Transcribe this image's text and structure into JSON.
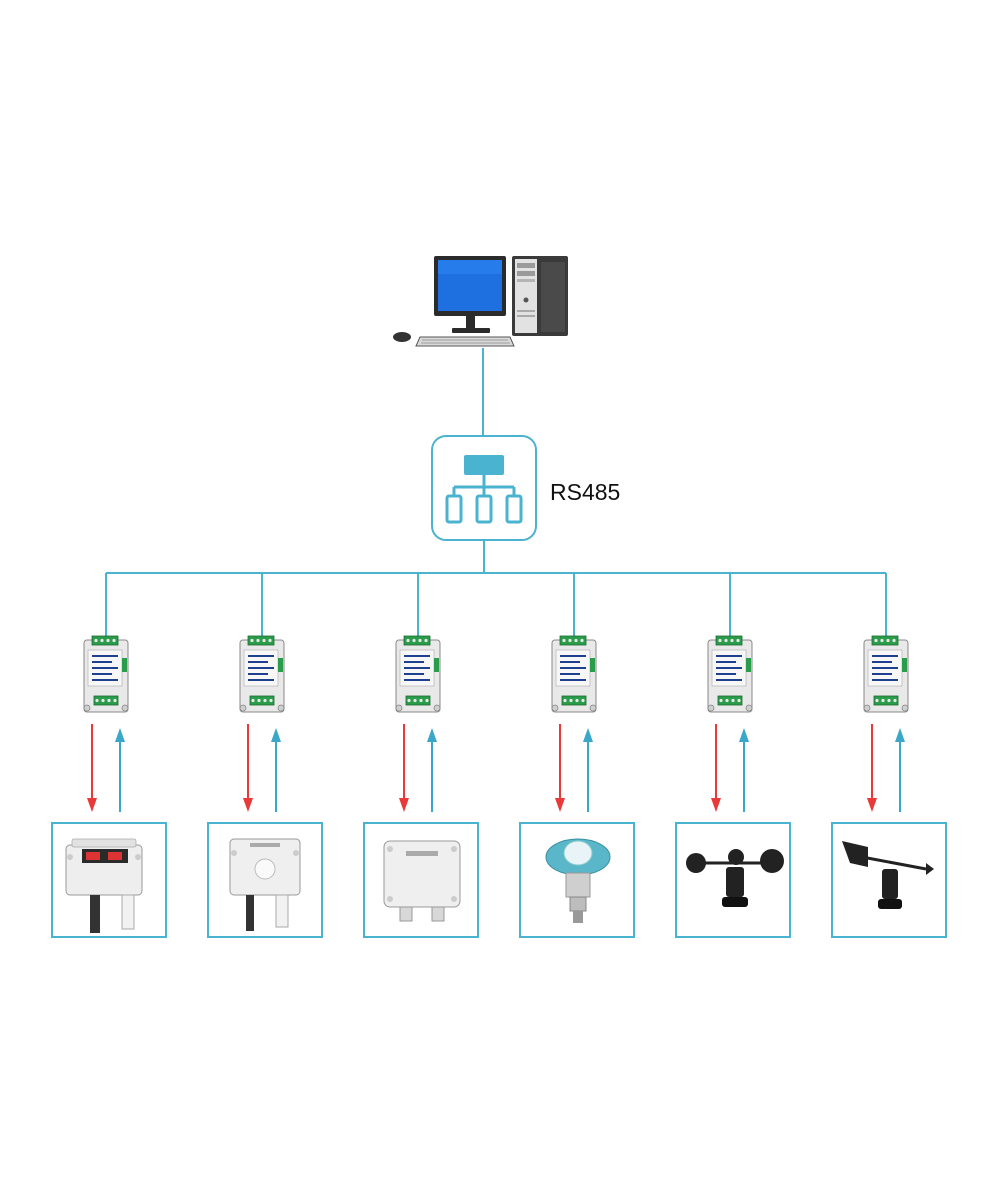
{
  "hub": {
    "label": "RS485"
  },
  "colors": {
    "line": "#4ab3cf",
    "arrow_down": "#e83a3a",
    "arrow_up": "#3aa6c8",
    "module_body": "#e9e9e9",
    "module_label": "#1f3f8f",
    "terminal": "#2a9d4a"
  },
  "icons": {
    "computer": "desktop-computer-icon",
    "hub": "network-hub-icon"
  },
  "modules": [
    {
      "name": "io-module-1",
      "sensor": "temperature-humidity-display-sensor"
    },
    {
      "name": "io-module-2",
      "sensor": "light-sensor"
    },
    {
      "name": "io-module-3",
      "sensor": "gas-transmitter-box"
    },
    {
      "name": "io-module-4",
      "sensor": "pressure-transmitter"
    },
    {
      "name": "io-module-5",
      "sensor": "anemometer"
    },
    {
      "name": "io-module-6",
      "sensor": "wind-vane"
    }
  ]
}
